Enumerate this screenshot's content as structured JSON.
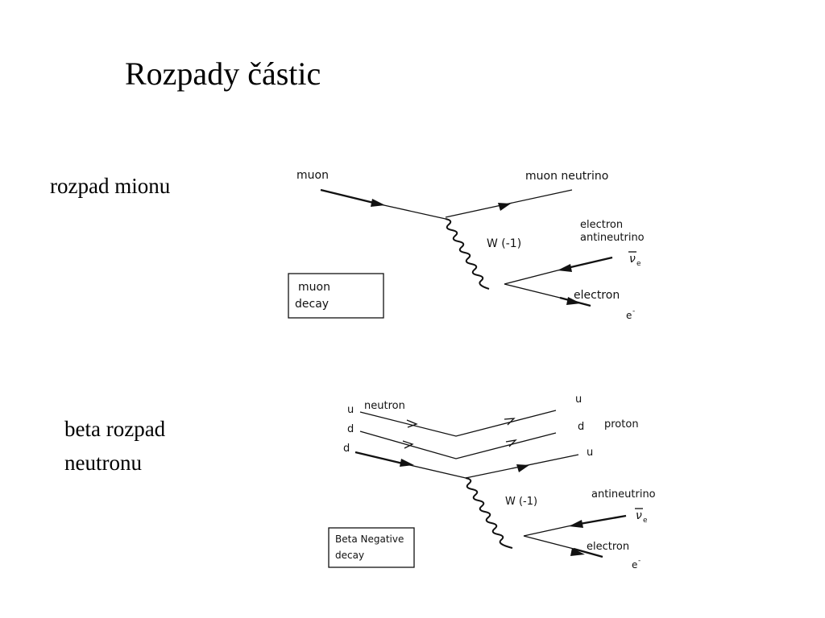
{
  "slide": {
    "title": "Rozpady částic",
    "muon_section_label": "rozpad mionu",
    "beta_section_label_lines": [
      "beta rozpad",
      "neutronu"
    ]
  },
  "muon_diagram": {
    "incoming": "muon",
    "outgoing_top": "muon neutrino",
    "boson": "W (-1)",
    "antineutrino_label_lines": [
      "electron",
      "antineutrino"
    ],
    "antineutrino_symbol": "ν",
    "antineutrino_subscript": "e",
    "electron_label": "electron",
    "electron_symbol": "e",
    "electron_superscript": "-",
    "box_lines": [
      "muon",
      "decay"
    ]
  },
  "beta_diagram": {
    "left_quarks": [
      "u",
      "d",
      "d"
    ],
    "neutron_label": "neutron",
    "right_quarks": [
      "u",
      "d",
      "u"
    ],
    "proton_label": "proton",
    "boson": "W (-1)",
    "antineutrino_label": "antineutrino",
    "antineutrino_symbol": "ν",
    "antineutrino_subscript": "e",
    "electron_label": "electron",
    "electron_symbol": "e",
    "electron_superscript": "-",
    "box_lines": [
      "Beta Negative",
      "decay"
    ]
  }
}
